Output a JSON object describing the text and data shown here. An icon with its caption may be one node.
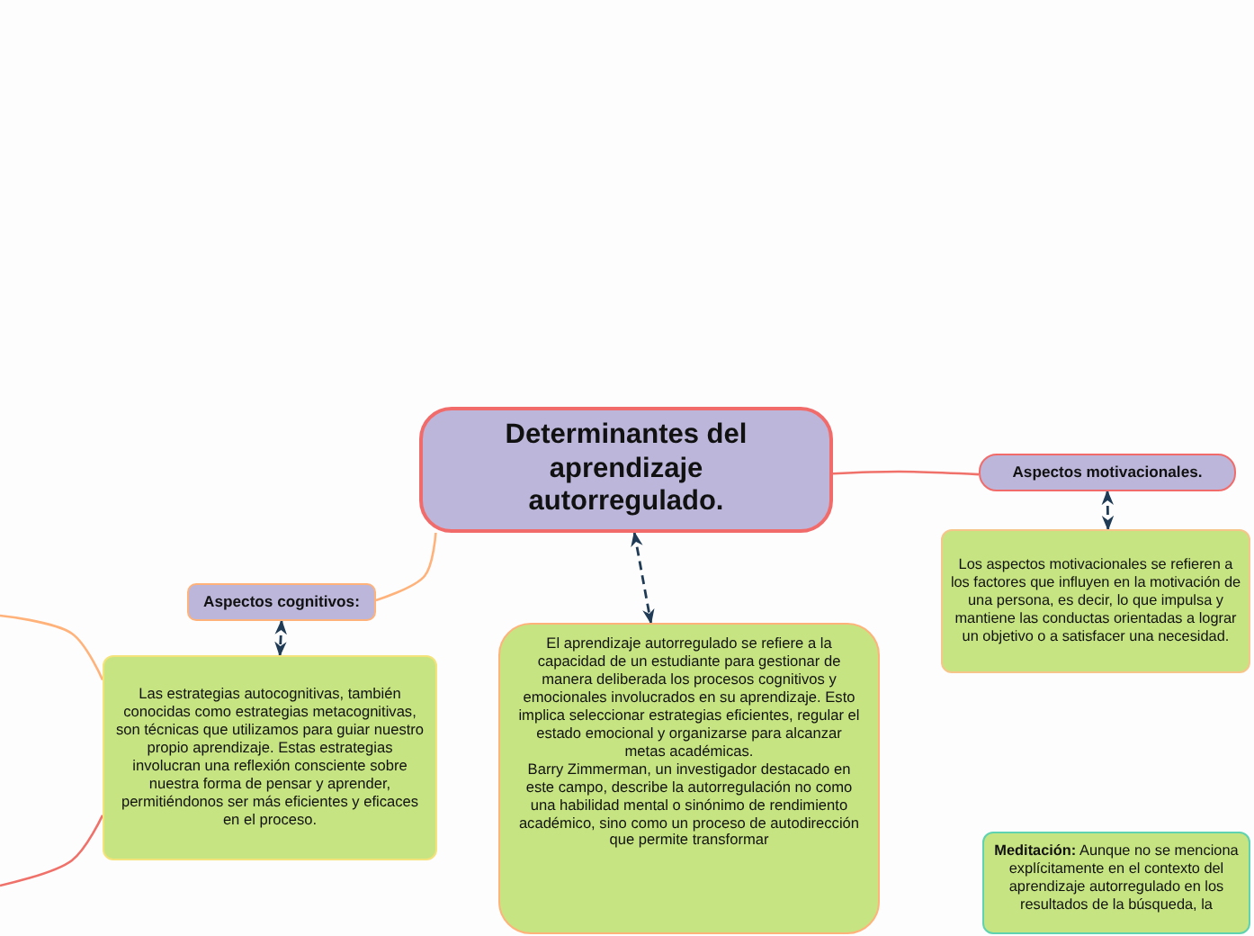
{
  "diagram": {
    "nodes": [
      {
        "text": [
          "Determinantes del aprendizaje autorregulado."
        ]
      },
      {
        "text": [
          "Aspectos cognitivos:"
        ]
      },
      {
        "text": [
          "Las estrategias autocognitivas, también conocidas como estrategias metacognitivas, son técnicas que utilizamos para guiar nuestro propio aprendizaje. Estas estrategias involucran una reflexión consciente sobre nuestra forma de pensar y aprender, permitiéndonos ser más eficientes y eficaces en el proceso."
        ]
      },
      {
        "text": [
          "El aprendizaje autorregulado se refiere a la capacidad de un estudiante para gestionar de manera deliberada los procesos cognitivos y emocionales involucrados en su aprendizaje. Esto implica seleccionar estrategias eficientes, regular el estado emocional y organizarse para alcanzar metas académicas.",
          "Barry Zimmerman, un investigador destacado en este campo, describe la autorregulación no como una habilidad mental o sinónimo de rendimiento académico, sino como un proceso de autodirección que permite transformar"
        ]
      },
      {
        "text": [
          "Aspectos motivacionales."
        ]
      },
      {
        "text": [
          "Los aspectos motivacionales se refieren a los factores que influyen en la motivación de una persona, es decir, lo que impulsa y mantiene las conductas orientadas a lograr un objetivo o a satisfacer una necesidad."
        ]
      },
      {
        "text": [
          "**Meditación:** Aunque no se menciona explícitamente en el contexto del aprendizaje autorregulado en los resultados de la búsqueda, la"
        ]
      }
    ],
    "edges": [
      {
        "from": 0,
        "to": 1,
        "arrow": "none",
        "color": "#ffb27a"
      },
      {
        "from": 1,
        "to": 2,
        "arrow": "both",
        "style": "dashed",
        "color": "#1f3b55"
      },
      {
        "from": 0,
        "to": 3,
        "arrow": "both",
        "style": "dashed",
        "color": "#1f3b55"
      },
      {
        "from": 0,
        "to": 4,
        "arrow": "none",
        "color": "#f0716a"
      },
      {
        "from": 4,
        "to": 5,
        "arrow": "both",
        "style": "dashed",
        "color": "#1f3b55"
      },
      {
        "from": null,
        "to": 2,
        "arrow": "none",
        "color": "#ffb27a"
      },
      {
        "from": null,
        "to": 2,
        "arrow": "none",
        "color": "#f0716a"
      }
    ]
  }
}
